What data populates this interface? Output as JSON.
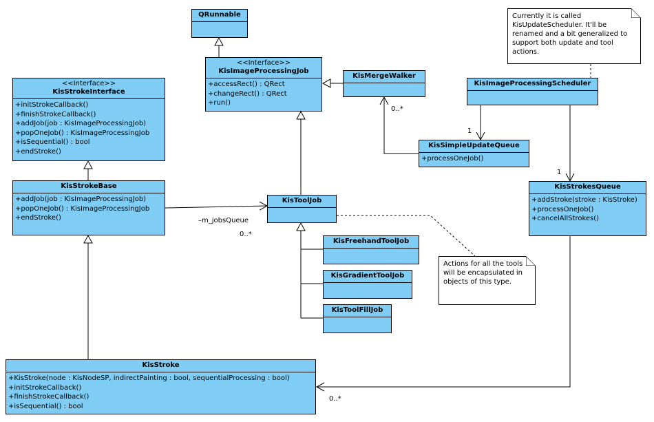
{
  "classes": {
    "qrunnable": {
      "name": "QRunnable"
    },
    "kisimageprocessingjob": {
      "stereotype": "<<Interface>>",
      "name": "KisImageProcessingJob",
      "ops": [
        "+accessRect() : QRect",
        "+changeRect() : QRect",
        "+run()"
      ]
    },
    "kismergewalker": {
      "name": "KisMergeWalker"
    },
    "kisstrokeinterface": {
      "stereotype": "<<Interface>>",
      "name": "KisStrokeInterface",
      "ops": [
        "+initStrokeCallback()",
        "+finishStrokeCallback()",
        "+addJob(job : KisImageProcessingJob)",
        "+popOneJob() : KisImageProcessingJob",
        "+isSequential() : bool",
        "+endStroke()"
      ]
    },
    "kisstrokebase": {
      "name": "KisStrokeBase",
      "ops": [
        "+addJob(job : KisImageProcessingJob)",
        "+popOneJob() : KisImageProcessingJob",
        "+endStroke()"
      ]
    },
    "kistooljob": {
      "name": "KisToolJob"
    },
    "kisfreehandtooljob": {
      "name": "KisFreehandToolJob"
    },
    "kisgradienttooljob": {
      "name": "KisGradientToolJob"
    },
    "kistoolfilljob": {
      "name": "KisToolFillJob"
    },
    "kisimageprocessingscheduler": {
      "name": "KisImageProcessingScheduler"
    },
    "kissimpleupdatequeue": {
      "name": "KisSimpleUpdateQueue",
      "ops": [
        "+processOneJob()"
      ]
    },
    "kisstrokesqueue": {
      "name": "KisStrokesQueue",
      "ops": [
        "+addStroke(stroke : KisStroke)",
        "+processOneJob()",
        "+cancelAllStrokes()"
      ]
    },
    "kisstroke": {
      "name": "KisStroke",
      "ops": [
        "+KisStroke(node : KisNodeSP, indirectPainting : bool, sequentialProcessing : bool)",
        "+initStrokeCallback()",
        "+finishStrokeCallback()",
        "+isSequential() : bool"
      ]
    }
  },
  "notes": {
    "scheduler_note": [
      "Currently it is called",
      "KisUpdateScheduler. It'll be",
      "renamed and a bit generalized",
      "to support both update and tool",
      "actions."
    ],
    "tooljob_note": [
      "Actions for all the",
      "tools will be",
      "encapsulated in",
      "objects of this type."
    ]
  },
  "labels": {
    "jobs_queue_role": "–m_jobsQueue",
    "jobs_queue_mult": "0..*",
    "merge_walker_mult": "0..*",
    "simple_update_mult": "1",
    "strokes_queue_mult": "1",
    "stroke_mult": "0..*"
  },
  "colors": {
    "class_fill": "#7fcdf5",
    "line": "#000000",
    "note_fill": "#ffffff"
  }
}
